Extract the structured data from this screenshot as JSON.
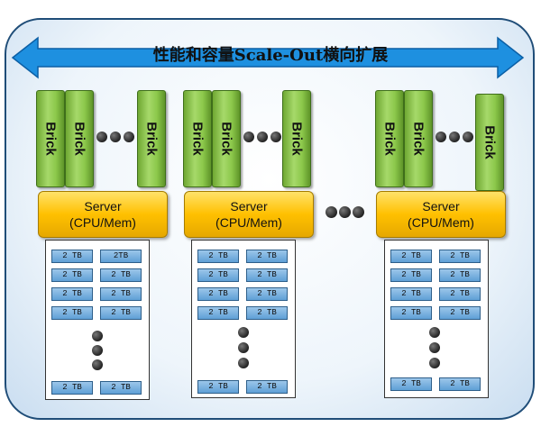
{
  "title": "性能和容量Scale-Out横向扩展",
  "colors": {
    "brick": "#8cc84b",
    "server": "#ffc000",
    "disk": "#5f9fd6",
    "arrow": "#1e90e0",
    "frame": "#1f4d78"
  },
  "nodes": [
    {
      "bricks": [
        "Brick",
        "Brick",
        "Brick"
      ],
      "server": {
        "line1": "Server",
        "line2": "(CPU/Mem)"
      },
      "disks_top": [
        [
          "2 TB",
          "2TB"
        ],
        [
          "2 TB",
          "2 TB"
        ],
        [
          "2 TB",
          "2 TB"
        ],
        [
          "2 TB",
          "2 TB"
        ]
      ],
      "disks_bottom": [
        "2 TB",
        "2 TB"
      ]
    },
    {
      "bricks": [
        "Brick",
        "Brick",
        "Brick"
      ],
      "server": {
        "line1": "Server",
        "line2": "(CPU/Mem)"
      },
      "disks_top": [
        [
          "2 TB",
          "2 TB"
        ],
        [
          "2 TB",
          "2 TB"
        ],
        [
          "2 TB",
          "2 TB"
        ],
        [
          "2 TB",
          "2 TB"
        ]
      ],
      "disks_bottom": [
        "2 TB",
        "2 TB"
      ]
    },
    {
      "bricks": [
        "Brick",
        "Brick",
        "Brick"
      ],
      "server": {
        "line1": "Server",
        "line2": "(CPU/Mem)"
      },
      "disks_top": [
        [
          "2 TB",
          "2 TB"
        ],
        [
          "2 TB",
          "2 TB"
        ],
        [
          "2 TB",
          "2 TB"
        ],
        [
          "2 TB",
          "2 TB"
        ]
      ],
      "disks_bottom": [
        "2 TB",
        "2 TB"
      ]
    }
  ]
}
